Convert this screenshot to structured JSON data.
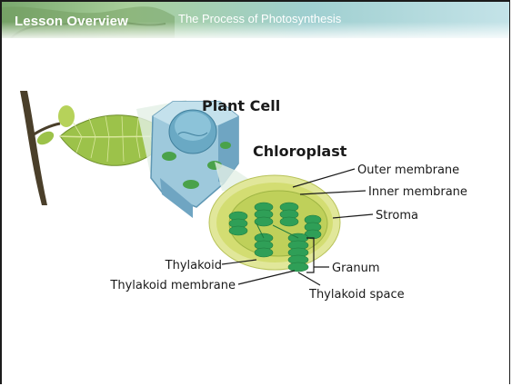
{
  "header": {
    "section_label": "Lesson Overview",
    "title": "The Process of Photosynthesis"
  },
  "diagram": {
    "plant_cell_label": "Plant Cell",
    "chloroplast_label": "Chloroplast",
    "labels": {
      "outer_membrane": "Outer membrane",
      "inner_membrane": "Inner membrane",
      "stroma": "Stroma",
      "granum": "Granum",
      "thylakoid": "Thylakoid",
      "thylakoid_membrane": "Thylakoid membrane",
      "thylakoid_space": "Thylakoid space"
    }
  },
  "colors": {
    "banner_green": "#9bc49a",
    "banner_teal": "#7fb9c4",
    "leaf_green": "#9cc24a",
    "cell_blue": "#7fb4cf",
    "chloroplast_yellow_green": "#d6e07a",
    "granum_green": "#2f9f57"
  }
}
